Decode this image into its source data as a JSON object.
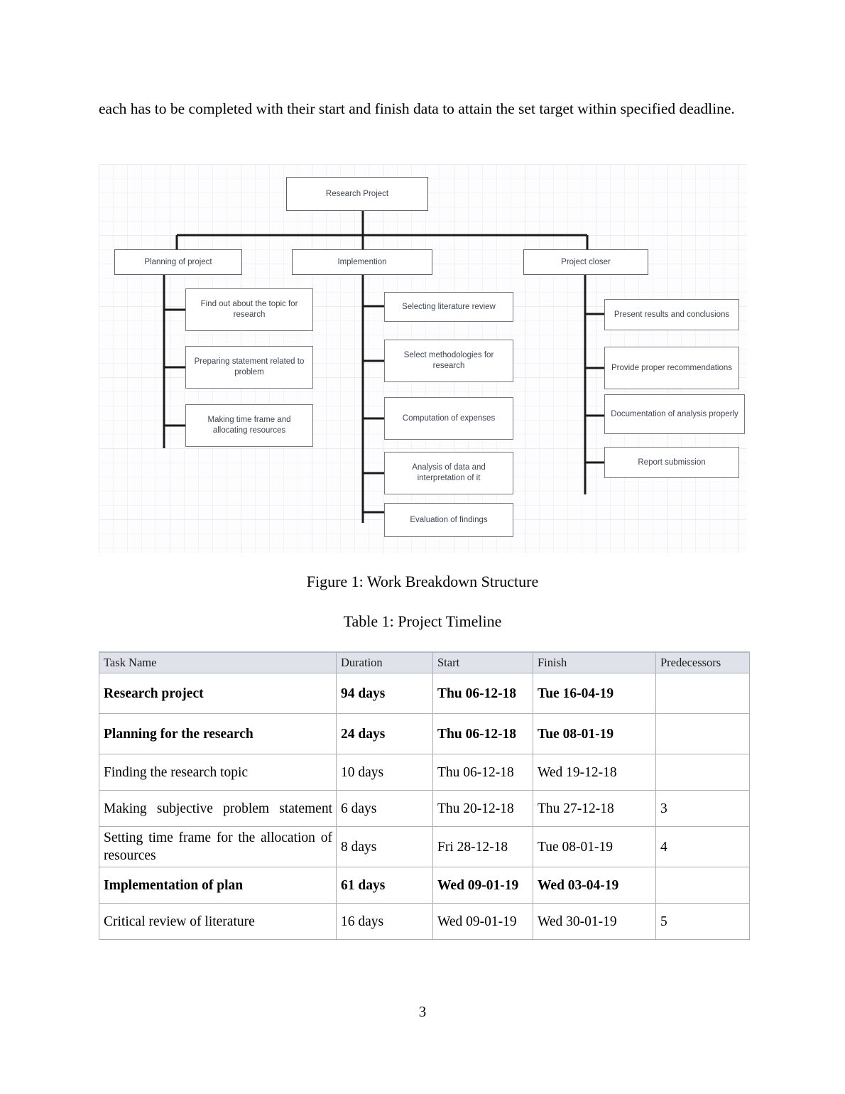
{
  "document": {
    "paragraph": "each has to be completed with their start and finish data to attain the set target within specified deadline.",
    "page_number": "3"
  },
  "figure": {
    "caption": "Figure 1: Work Breakdown Structure",
    "type": "work-breakdown-structure",
    "root": "Research Project",
    "branches": [
      {
        "title": "Planning of project",
        "children": [
          "Find out about the topic for research",
          "Preparing statement related to problem",
          "Making time frame and allocating resources"
        ]
      },
      {
        "title": "Implemention",
        "children": [
          "Selecting literature review",
          "Select methodologies for research",
          "Computation of expenses",
          "Analysis of data and interpretation of it",
          "Evaluation of findings"
        ]
      },
      {
        "title": "Project closer",
        "children": [
          "Present results and conclusions",
          "Provide proper recommendations",
          "Documentation of analysis properly",
          "Report submission"
        ]
      }
    ],
    "colors": {
      "node_border": "#7d7d85",
      "node_fill": "#ffffff",
      "connector": "#1a1a1a",
      "grid": "#e9eaf4",
      "canvas": "#fdfdfe",
      "text": "#3d4451"
    }
  },
  "table": {
    "caption": "Table 1: Project Timeline",
    "header_background": "#dfe2e8",
    "columns": [
      "Task Name",
      "Duration",
      "Start",
      "Finish",
      "Predecessors"
    ],
    "rows": [
      {
        "name": "Research project",
        "duration": "94 days",
        "start": "Thu 06-12-18",
        "finish": "Tue 16-04-19",
        "predecessors": "",
        "bold": true
      },
      {
        "name": "Planning for the research",
        "duration": "24 days",
        "start": "Thu 06-12-18",
        "finish": "Tue 08-01-19",
        "predecessors": "",
        "bold": true
      },
      {
        "name": "Finding the research topic",
        "duration": "10 days",
        "start": "Thu 06-12-18",
        "finish": "Wed 19-12-18",
        "predecessors": "",
        "bold": false
      },
      {
        "name": "Making subjective problem statement",
        "duration": "6 days",
        "start": "Thu 20-12-18",
        "finish": "Thu 27-12-18",
        "predecessors": "3",
        "bold": false
      },
      {
        "name": "Setting time frame for the allocation of resources",
        "duration": "8 days",
        "start": "Fri 28-12-18",
        "finish": "Tue 08-01-19",
        "predecessors": "4",
        "bold": false
      },
      {
        "name": "Implementation of plan",
        "duration": "61 days",
        "start": "Wed 09-01-19",
        "finish": "Wed 03-04-19",
        "predecessors": "",
        "bold": true
      },
      {
        "name": "Critical review of literature",
        "duration": "16 days",
        "start": "Wed 09-01-19",
        "finish": "Wed 30-01-19",
        "predecessors": "5",
        "bold": false
      }
    ]
  }
}
